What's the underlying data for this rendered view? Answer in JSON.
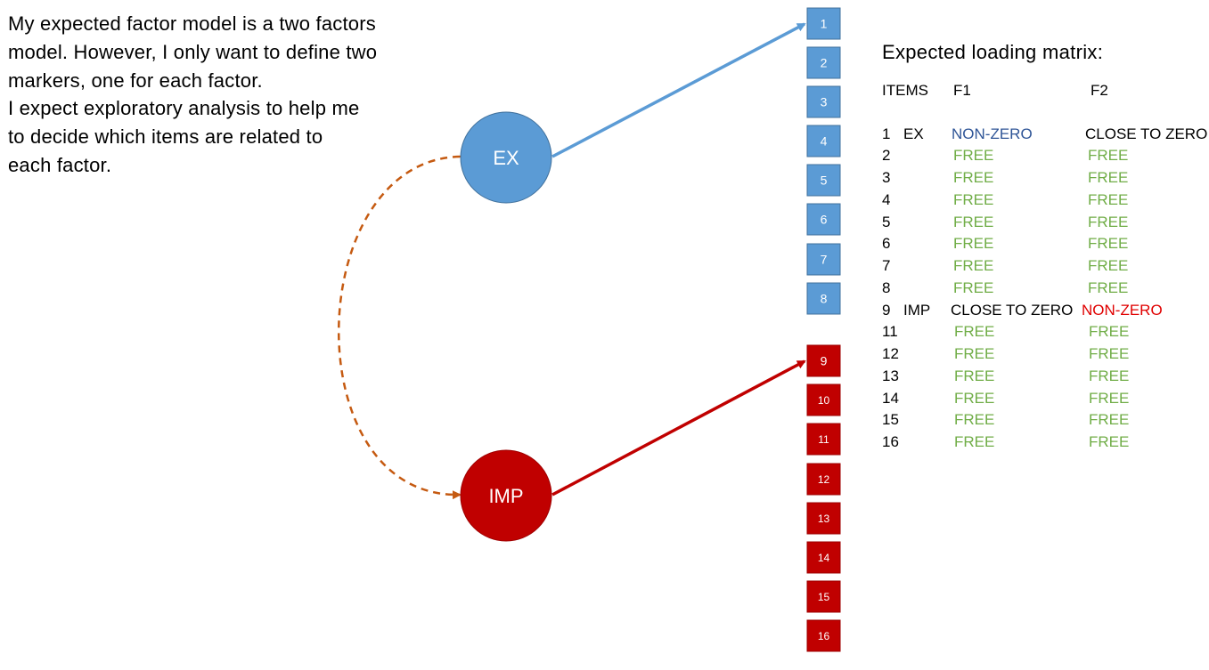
{
  "intro": {
    "lines": [
      "My expected  factor model is a two factors",
      "model. However, I only want to define two",
      "markers, one for each factor.",
      "I expect exploratory analysis to help me",
      "to decide which items are related to",
      "each factor."
    ]
  },
  "factors": {
    "ex": {
      "label": "EX",
      "color": "#5b9bd5"
    },
    "imp": {
      "label": "IMP",
      "color": "#c00000"
    }
  },
  "items": {
    "blue": [
      "1",
      "2",
      "3",
      "4",
      "5",
      "6",
      "7",
      "8"
    ],
    "red": [
      "9",
      "10",
      "11",
      "12",
      "13",
      "14",
      "15",
      "16"
    ]
  },
  "colors": {
    "item_blue": "#5b9bd5",
    "item_red": "#c00000",
    "arrow_blue": "#5b9bd5",
    "arrow_red": "#c00000",
    "correlation": "#c55a11",
    "free": "#70ad47",
    "nonzero_ex": "#2f5597",
    "nonzero_imp": "#e00000"
  },
  "matrix": {
    "title": "Expected  loading matrix:",
    "headers": {
      "items": "ITEMS",
      "f1": "F1",
      "f2": "F2"
    },
    "rows": [
      {
        "item": "1",
        "marker": "EX",
        "f1": "NON-ZERO",
        "f2": "CLOSE TO ZERO"
      },
      {
        "item": "2",
        "marker": "",
        "f1": "FREE",
        "f2": "FREE"
      },
      {
        "item": "3",
        "marker": "",
        "f1": "FREE",
        "f2": "FREE"
      },
      {
        "item": "4",
        "marker": "",
        "f1": "FREE",
        "f2": "FREE"
      },
      {
        "item": "5",
        "marker": "",
        "f1": "FREE",
        "f2": "FREE"
      },
      {
        "item": "6",
        "marker": "",
        "f1": "FREE",
        "f2": "FREE"
      },
      {
        "item": "7",
        "marker": "",
        "f1": "FREE",
        "f2": "FREE"
      },
      {
        "item": "8",
        "marker": "",
        "f1": "FREE",
        "f2": "FREE"
      },
      {
        "item": "9",
        "marker": "IMP",
        "f1": "CLOSE TO ZERO",
        "f2": "NON-ZERO"
      },
      {
        "item": "11",
        "marker": "",
        "f1": "FREE",
        "f2": "FREE"
      },
      {
        "item": "12",
        "marker": "",
        "f1": "FREE",
        "f2": "FREE"
      },
      {
        "item": "13",
        "marker": "",
        "f1": "FREE",
        "f2": "FREE"
      },
      {
        "item": "14",
        "marker": "",
        "f1": "FREE",
        "f2": "FREE"
      },
      {
        "item": "15",
        "marker": "",
        "f1": "FREE",
        "f2": "FREE"
      },
      {
        "item": "16",
        "marker": "",
        "f1": "FREE",
        "f2": "FREE"
      }
    ]
  }
}
